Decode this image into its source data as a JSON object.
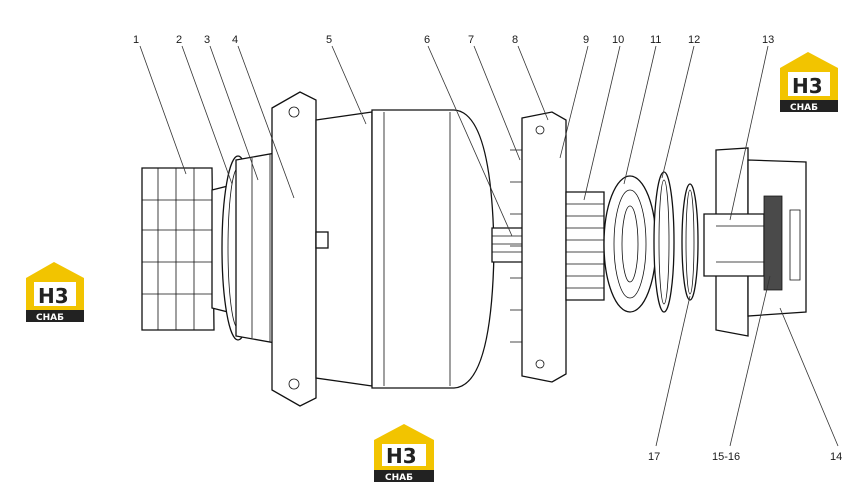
{
  "callouts": [
    "1",
    "2",
    "3",
    "4",
    "5",
    "6",
    "7",
    "8",
    "9",
    "10",
    "11",
    "12",
    "13",
    "17",
    "15-16",
    "14"
  ],
  "logo": {
    "mark": "H3",
    "text": "CHAБ"
  },
  "colors": {
    "logo_yellow": "#f2c400",
    "logo_dark": "#222222",
    "line": "#111111"
  }
}
